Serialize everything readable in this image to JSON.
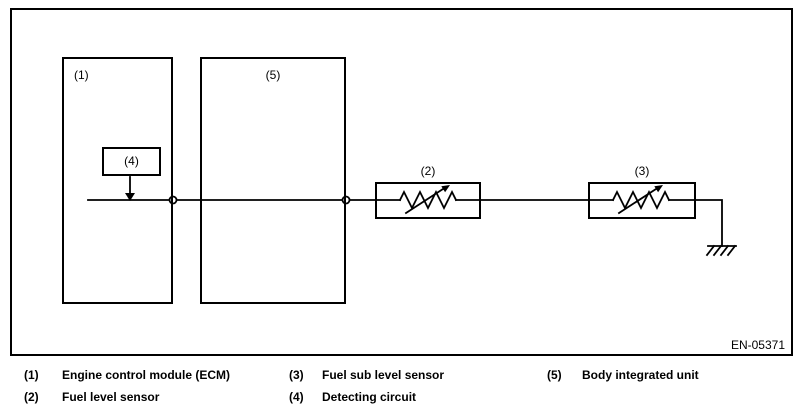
{
  "diagram": {
    "doc_number": "EN-05371",
    "ecm_box": {
      "label": "(1)"
    },
    "biu_box": {
      "label": "(5)"
    },
    "detecting_box": {
      "label": "(4)"
    },
    "fuel_level_box": {
      "label": "(2)"
    },
    "fuel_sub_box": {
      "label": "(3)"
    },
    "colors": {
      "line": "#000000",
      "background": "#ffffff"
    }
  },
  "legend": {
    "items": [
      {
        "num": "(1)",
        "label": "Engine control module (ECM)"
      },
      {
        "num": "(2)",
        "label": "Fuel level sensor"
      },
      {
        "num": "(3)",
        "label": "Fuel sub level sensor"
      },
      {
        "num": "(4)",
        "label": "Detecting circuit"
      },
      {
        "num": "(5)",
        "label": "Body integrated unit"
      }
    ]
  }
}
